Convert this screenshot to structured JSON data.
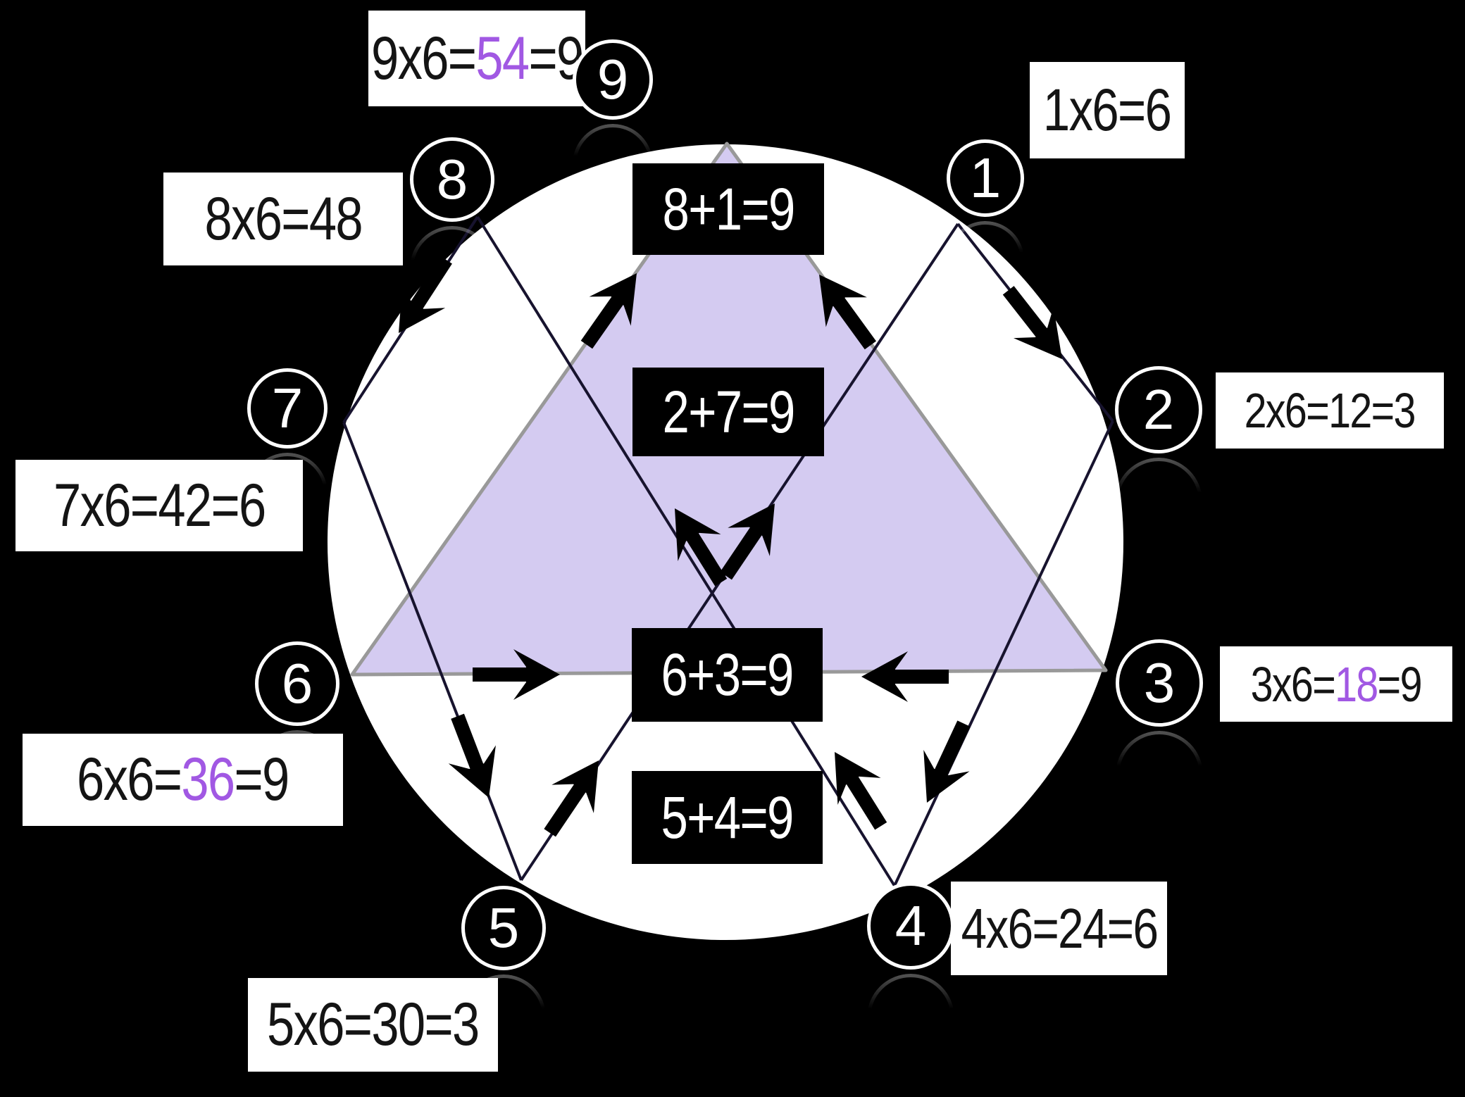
{
  "colors": {
    "background": "#000000",
    "accent_purple": "#A158E3",
    "triangle_fill": "#D7CEF2",
    "triangle_stroke": "#999999",
    "circle_fill": "#FFFFFF",
    "line_color": "#17132E"
  },
  "circles": {
    "c9": "9",
    "c1": "1",
    "c2": "2",
    "c3": "3",
    "c4": "4",
    "c5": "5",
    "c6": "6",
    "c7": "7",
    "c8": "8"
  },
  "equations": {
    "e9": {
      "pre": "9x6=",
      "hl": "54",
      "post": "=9"
    },
    "e1": {
      "pre": "1x6=6",
      "hl": "",
      "post": ""
    },
    "e8": {
      "pre": "8x6=48",
      "hl": "",
      "post": ""
    },
    "e2": {
      "pre": "2x6=12=3",
      "hl": "",
      "post": ""
    },
    "e7": {
      "pre": "7x6=42=6",
      "hl": "",
      "post": ""
    },
    "e3": {
      "pre": "3x6=",
      "hl": "18",
      "post": "=9"
    },
    "e6": {
      "pre": "6x6=",
      "hl": "36",
      "post": "=9"
    },
    "e4": {
      "pre": "4x6=24=6",
      "hl": "",
      "post": ""
    },
    "e5": {
      "pre": "5x6=30=3",
      "hl": "",
      "post": ""
    }
  },
  "sums": {
    "top": "8+1=9",
    "center": "2+7=9",
    "bottom": "6+3=9",
    "lower": "5+4=9"
  }
}
